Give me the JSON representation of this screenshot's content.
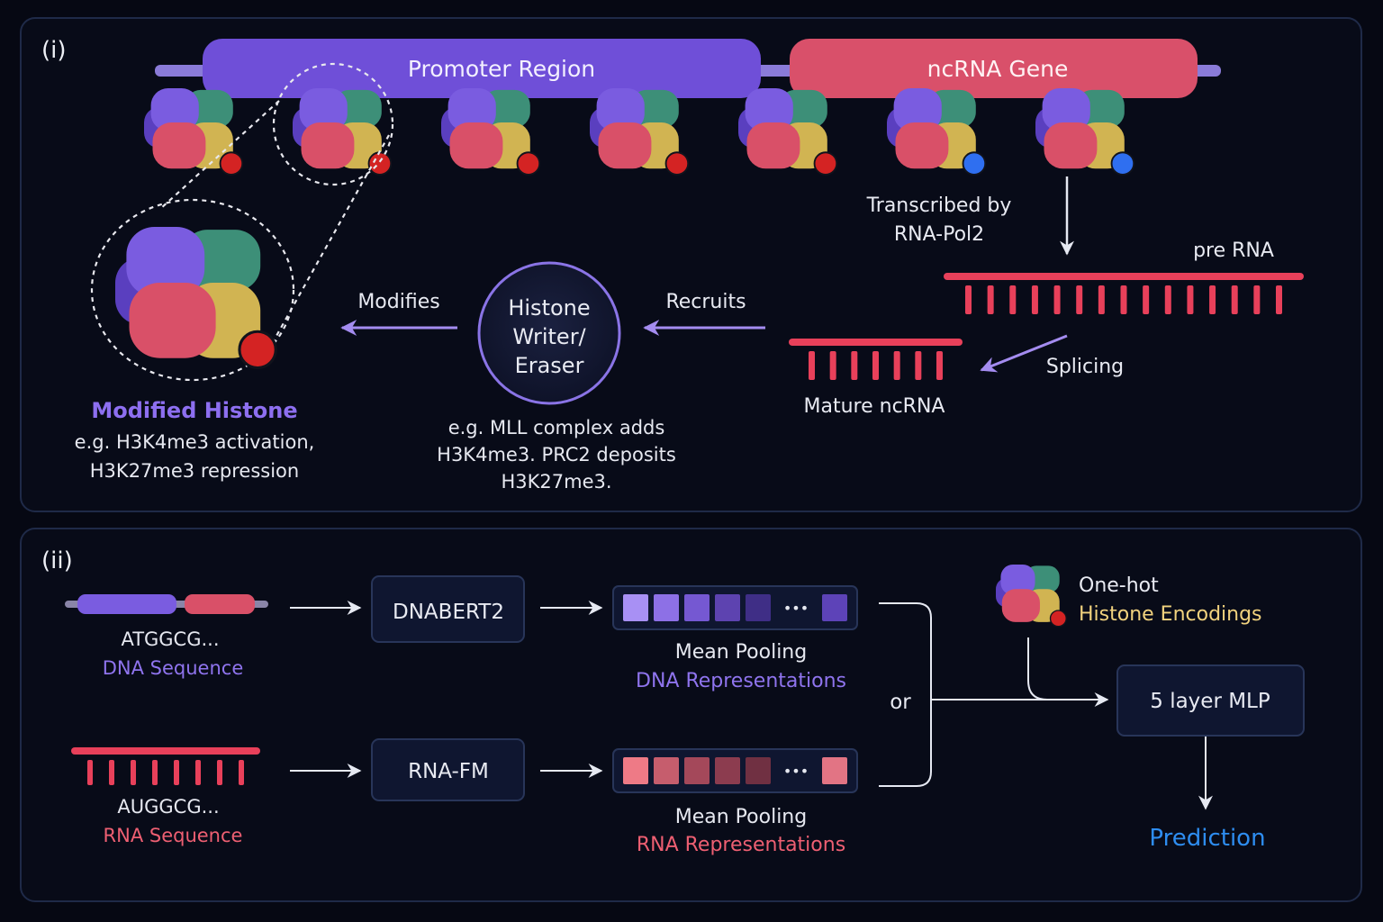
{
  "panel_i": {
    "label": "(i)",
    "promoter_label": "Promoter Region",
    "gene_label": "ncRNA Gene",
    "transcribed_line1": "Transcribed by",
    "transcribed_line2": "RNA-Pol2",
    "pre_rna_label": "pre RNA",
    "splicing_label": "Splicing",
    "mature_label": "Mature ncRNA",
    "recruits_label": "Recruits",
    "modifies_label": "Modifies",
    "writer_line1": "Histone",
    "writer_line2": "Writer/",
    "writer_line3": "Eraser",
    "writer_note_line1": "e.g. MLL complex adds",
    "writer_note_line2": "H3K4me3. PRC2 deposits",
    "writer_note_line3": "H3K27me3.",
    "modified_title": "Modified Histone",
    "modified_line1": "e.g. H3K4me3 activation,",
    "modified_line2": "H3K27me3 repression",
    "nucleosome_marks": [
      "red",
      "red",
      "red",
      "red",
      "red",
      "blue",
      "blue"
    ]
  },
  "panel_ii": {
    "label": "(ii)",
    "dna_seq": "ATGGCG...",
    "dna_caption": "DNA Sequence",
    "rna_seq": "AUGGCG...",
    "rna_caption": "RNA Sequence",
    "dnabert_label": "DNABERT2",
    "rnafm_label": "RNA-FM",
    "ellipsis": "•••",
    "dna_pool_label": "Mean Pooling",
    "dna_rep_label": "DNA Representations",
    "rna_pool_label": "Mean Pooling",
    "rna_rep_label": "RNA Representations",
    "or_label": "or",
    "onehot_line1": "One-hot",
    "onehot_line2": "Histone Encodings",
    "mlp_label": "5 layer MLP",
    "prediction_label": "Prediction"
  },
  "colors": {
    "background": "#060813",
    "panel_border": "#1f2a48",
    "purple": "#7a5ce0",
    "pink": "#d95068",
    "rna_red": "#e8405a",
    "teal": "#3d8f78",
    "yellow": "#d1b452",
    "mark_red": "#d42323",
    "mark_blue": "#2f6ff0",
    "title_purple": "#8d6ff0",
    "caption_purple": "#8f74ee",
    "caption_red": "#ee5f72",
    "caption_yellow": "#f1d27e",
    "prediction_blue": "#2e8df0",
    "dna_cells": [
      "#a890f4",
      "#8d70e6",
      "#7558d2",
      "#5d43b0",
      "#3f2e86",
      "#5d43b8"
    ],
    "rna_cells": [
      "#ee7a86",
      "#c65d6d",
      "#a4485a",
      "#8c3c4f",
      "#703042",
      "#e27484"
    ]
  }
}
